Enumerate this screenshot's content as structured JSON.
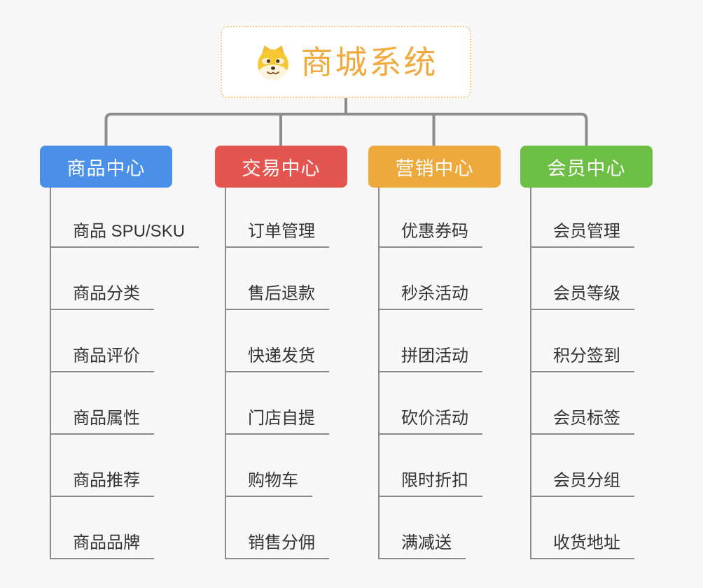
{
  "root": {
    "title": "商城系统",
    "icon": "doge-icon"
  },
  "branches": [
    {
      "label": "商品中心",
      "color": "#4a90e8",
      "children": [
        "商品 SPU/SKU",
        "商品分类",
        "商品评价",
        "商品属性",
        "商品推荐",
        "商品品牌"
      ]
    },
    {
      "label": "交易中心",
      "color": "#e4554f",
      "children": [
        "订单管理",
        "售后退款",
        "快递发货",
        "门店自提",
        "购物车",
        "销售分佣"
      ]
    },
    {
      "label": "营销中心",
      "color": "#eda93c",
      "children": [
        "优惠券码",
        "秒杀活动",
        "拼团活动",
        "砍价活动",
        "限时折扣",
        "满减送"
      ]
    },
    {
      "label": "会员中心",
      "color": "#6cbe45",
      "children": [
        "会员管理",
        "会员等级",
        "积分签到",
        "会员标签",
        "会员分组",
        "收货地址"
      ]
    }
  ],
  "colors": {
    "background": "#f7f7f7",
    "connector": "#8c8c8c",
    "leaf_line": "#8a8a8a",
    "leaf_text": "#333333",
    "root_text": "#f2a93d",
    "root_border": "#f6cd8b",
    "header_text": "#ffffff"
  }
}
